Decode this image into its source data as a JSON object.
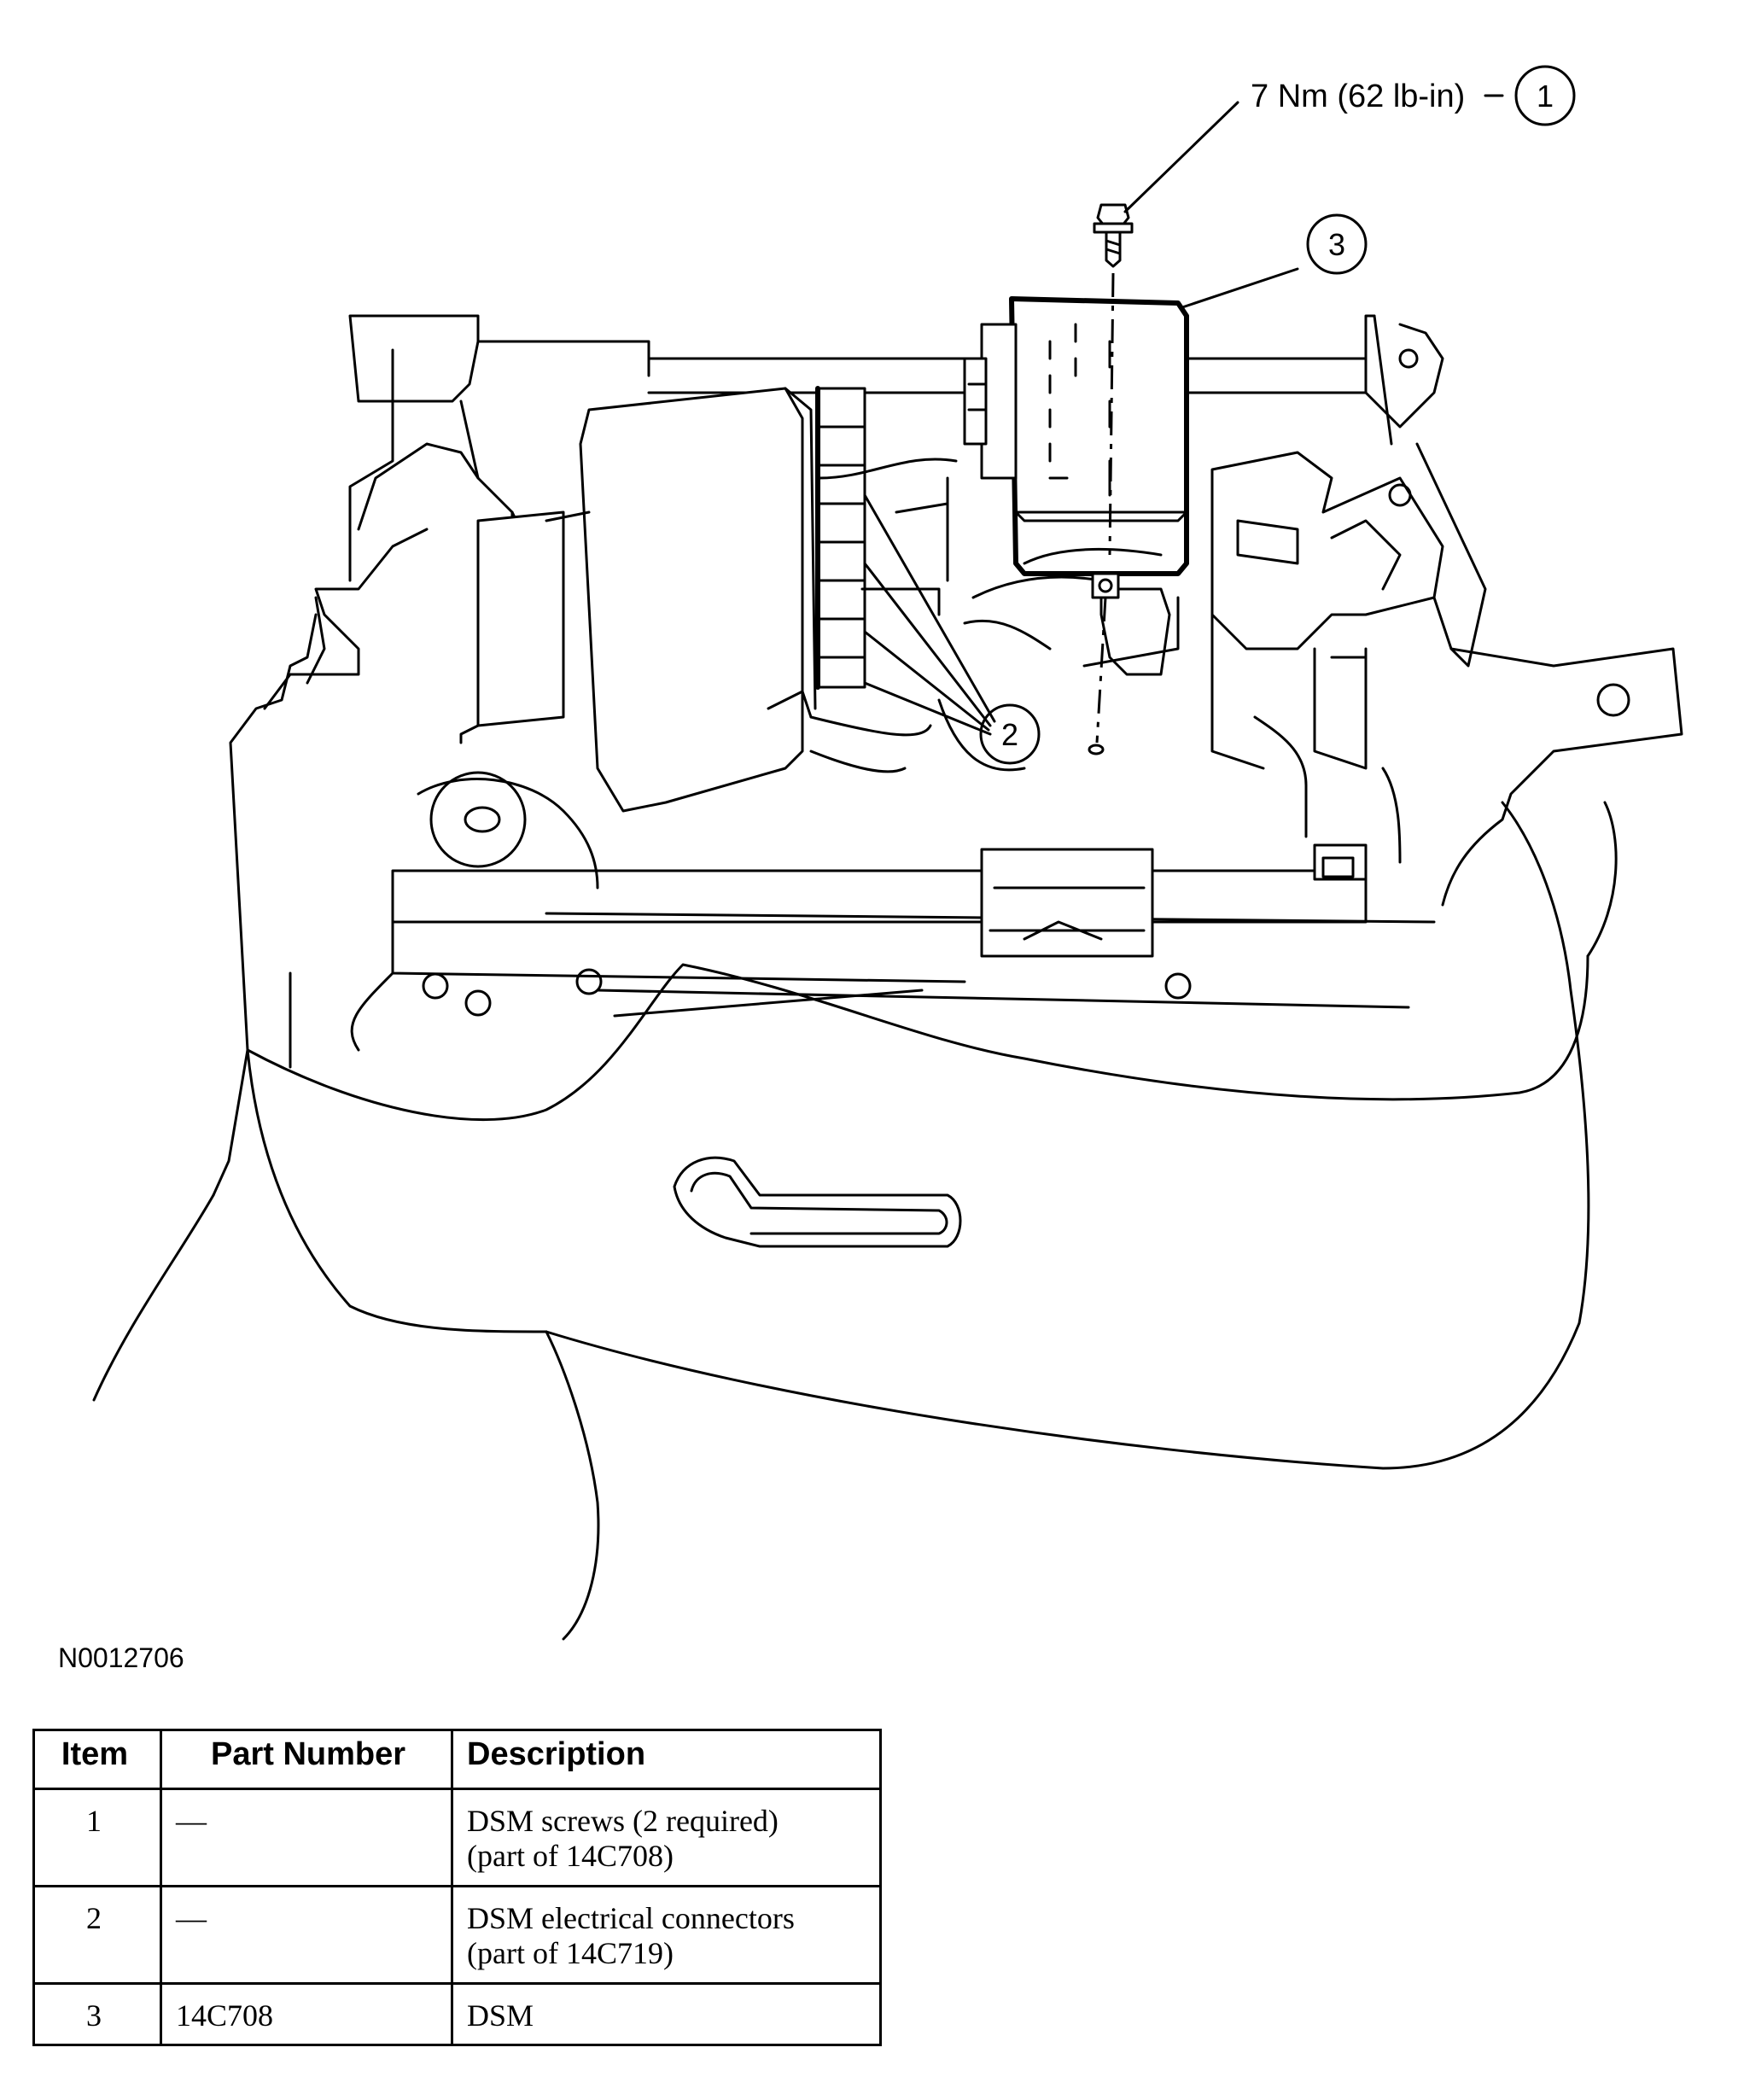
{
  "callouts": {
    "torque": "7 Nm (62 lb-in)",
    "c1": "1",
    "c2": "2",
    "c3": "3"
  },
  "figure_id": "N0012706",
  "table": {
    "headers": {
      "item": "Item",
      "part_number": "Part Number",
      "description": "Description"
    },
    "rows": [
      {
        "item": "1",
        "part_number": "—",
        "description": [
          "DSM screws (2 required)",
          "(part of 14C708)"
        ]
      },
      {
        "item": "2",
        "part_number": "—",
        "description": [
          "DSM electrical connectors",
          "(part of 14C719)"
        ]
      },
      {
        "item": "3",
        "part_number": "14C708",
        "description": [
          "DSM"
        ]
      }
    ]
  }
}
